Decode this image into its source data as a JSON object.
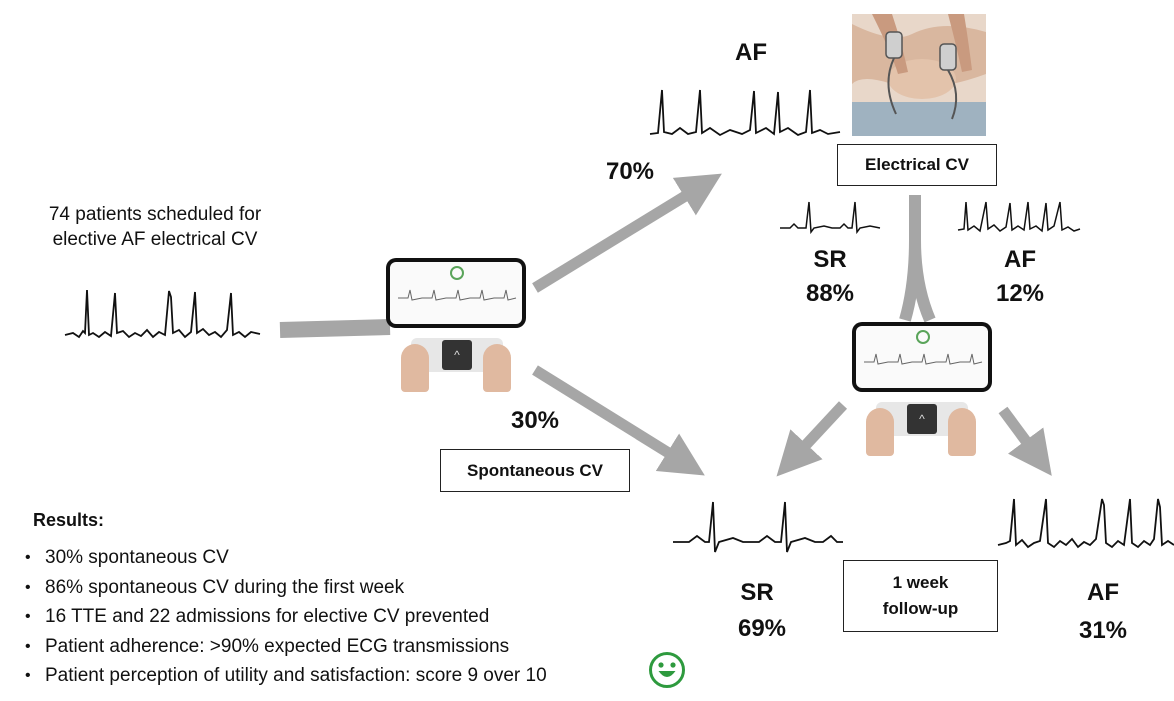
{
  "intro": {
    "line1": "74 patients scheduled for",
    "line2": "elective AF electrical CV"
  },
  "top_rhythm": {
    "label": "AF"
  },
  "branches": {
    "electrical_pct": "70%",
    "spontaneous_pct": "30%",
    "electrical_label": "Electrical CV",
    "spontaneous_label": "Spontaneous CV"
  },
  "after_electrical": {
    "sr_label": "SR",
    "sr_pct": "88%",
    "af_label": "AF",
    "af_pct": "12%"
  },
  "followup": {
    "label_line1": "1 week",
    "label_line2": "follow-up",
    "sr_label": "SR",
    "sr_pct": "69%",
    "af_label": "AF",
    "af_pct": "31%"
  },
  "results": {
    "title": "Results:",
    "items": [
      "30% spontaneous CV",
      "86% spontaneous CV during the first week",
      "16 TTE and 22 admissions for elective CV prevented",
      "Patient adherence: >90% expected ECG transmissions",
      "Patient perception of utility and satisfaction: score 9 over 10"
    ]
  },
  "colors": {
    "arrow": "#a6a6a6",
    "smiley": "#2e9a3e",
    "text": "#111111"
  },
  "icons": {
    "smiley": "smiley-face-icon",
    "device": "smartphone-ecg-device-icon",
    "illustration": "defibrillator-illustration"
  }
}
